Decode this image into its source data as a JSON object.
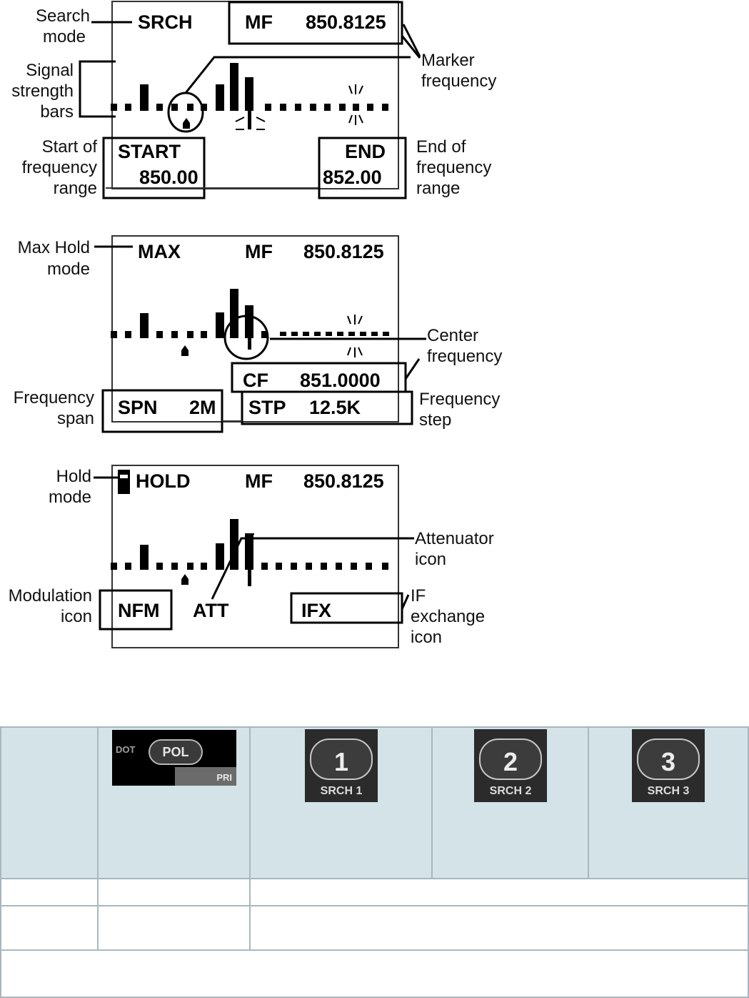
{
  "panel1": {
    "mode": "SRCH",
    "marker_label": "MF",
    "marker_value": "850.8125",
    "start_label": "START",
    "start_value": "850.00",
    "end_label": "END",
    "end_value": "852.00",
    "callouts": {
      "search_mode_1": "Search",
      "search_mode_2": "mode",
      "signal_1": "Signal",
      "signal_2": "strength",
      "signal_3": "bars",
      "marker_1": "Marker",
      "marker_2": "frequency",
      "start_1": "Start of",
      "start_2": "frequency",
      "start_3": "range",
      "end_1": "End of",
      "end_2": "frequency",
      "end_3": "range"
    }
  },
  "panel2": {
    "mode": "MAX",
    "marker_label": "MF",
    "marker_value": "850.8125",
    "cf_label": "CF",
    "cf_value": "851.0000",
    "span_label": "SPN",
    "span_value": "2M",
    "step_label": "STP",
    "step_value": "12.5K",
    "callouts": {
      "max_1": "Max Hold",
      "max_2": "mode",
      "center_1": "Center",
      "center_2": "frequency",
      "span_1": "Frequency",
      "span_2": "span",
      "step_1": "Frequency",
      "step_2": "step"
    }
  },
  "panel3": {
    "mode": "HOLD",
    "marker_label": "MF",
    "marker_value": "850.8125",
    "mod_value": "NFM",
    "att_value": "ATT",
    "ifx_value": "IFX",
    "callouts": {
      "hold_1": "Hold",
      "hold_2": "mode",
      "att_1": "Attenuator",
      "att_2": "icon",
      "mod_1": "Modulation",
      "mod_2": "icon",
      "ifx_1": "IF",
      "ifx_2": "exchange",
      "ifx_3": "icon"
    }
  },
  "buttons": {
    "dot_label": "DOT",
    "pol_label": "POL",
    "pri_label": "PRI",
    "b1_num": "1",
    "b1_label": "SRCH 1",
    "b2_num": "2",
    "b2_label": "SRCH 2",
    "b3_num": "3",
    "b3_label": "SRCH 3"
  },
  "colors": {
    "table_header_bg": "#d3e3e8",
    "table_border": "#a9b7be",
    "button_dark": "#2b2b2b"
  }
}
